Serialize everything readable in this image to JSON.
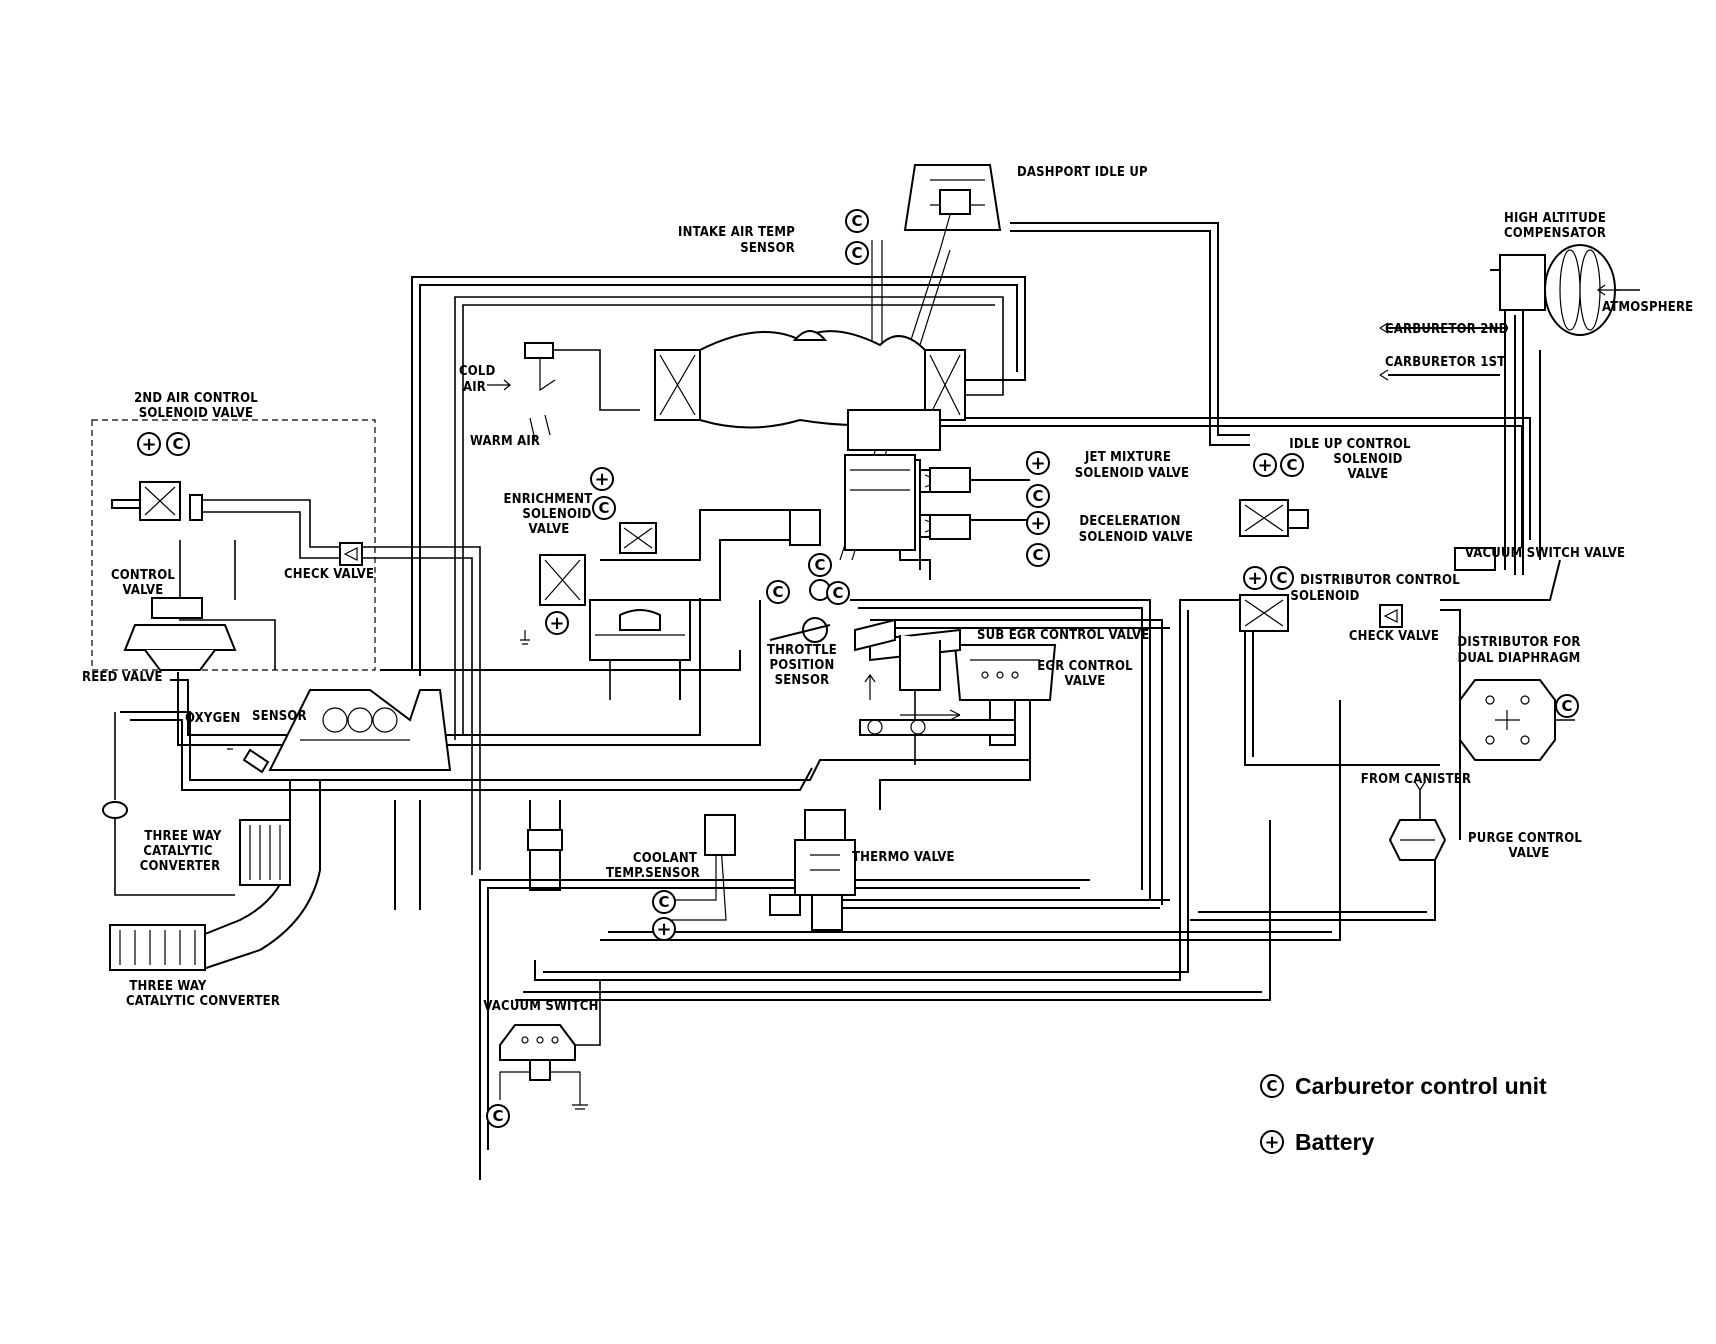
{
  "labels": {
    "dashport_idle_up": "DASHPORT IDLE UP",
    "intake_air_temp_sensor": [
      "INTAKE AIR TEMP",
      "SENSOR"
    ],
    "high_altitude_compensator": [
      "HIGH ALTITUDE",
      "COMPENSATOR"
    ],
    "carburetor_2nd": "CARBURETOR 2ND",
    "atmosphere": "ATMOSPHERE",
    "carburetor_1st": "CARBURETOR 1ST",
    "cold_air": [
      "COLD",
      "AIR"
    ],
    "warm_air": "WARM AIR",
    "second_air_control_solenoid_valve": [
      "2ND AIR CONTROL",
      "SOLENOID VALVE"
    ],
    "control_valve": [
      "CONTROL",
      "VALVE"
    ],
    "check_valve_left": "CHECK VALVE",
    "reed_valve": "REED VALVE",
    "enrichment_solenoid_valve": [
      "ENRICHMENT",
      "SOLENOID",
      "VALVE"
    ],
    "jet_mixture_solenoid_valve": [
      "JET MIXTURE",
      "SOLENOID VALVE"
    ],
    "deceleration_solenoid_valve": [
      "DECELERATION",
      "SOLENOID VALVE"
    ],
    "idle_up_control_solenoid_valve": [
      "IDLE UP CONTROL",
      "SOLENOID",
      "VALVE"
    ],
    "vacuum_switch_valve": "VACUUM SWITCH VALVE",
    "distributor_control_solenoid": [
      "DISTRIBUTOR CONTROL",
      "SOLENOID"
    ],
    "check_valve_right": "CHECK VALVE",
    "distributor_for_dual_diaphragm": [
      "DISTRIBUTOR FOR",
      "DUAL DIAPHRAGM"
    ],
    "throttle_position_sensor": [
      "THROTTLE",
      "POSITION",
      "SENSOR"
    ],
    "sub_egr_control_valve": "SUB EGR CONTROL VALVE",
    "egr_control_valve": [
      "EGR CONTROL",
      "VALVE"
    ],
    "oxygen_sensor": [
      "OXYGEN",
      "SENSOR"
    ],
    "three_way_catalytic_converter_1": [
      "THREE WAY",
      "CATALYTIC",
      "CONVERTER"
    ],
    "three_way_catalytic_converter_2": [
      "THREE WAY",
      "CATALYTIC CONVERTER"
    ],
    "from_canister": "FROM CANISTER",
    "purge_control_valve": [
      "PURGE CONTROL",
      "VALVE"
    ],
    "coolant_temp_sensor": [
      "COOLANT",
      "TEMP.SENSOR"
    ],
    "thermo_valve": "THERMO VALVE",
    "vacuum_switch": "VACUUM SWITCH"
  },
  "symbols": {
    "control_unit": "C",
    "battery": "+"
  },
  "legend": {
    "carburetor_control_unit": "Carburetor control unit",
    "battery": "Battery"
  }
}
